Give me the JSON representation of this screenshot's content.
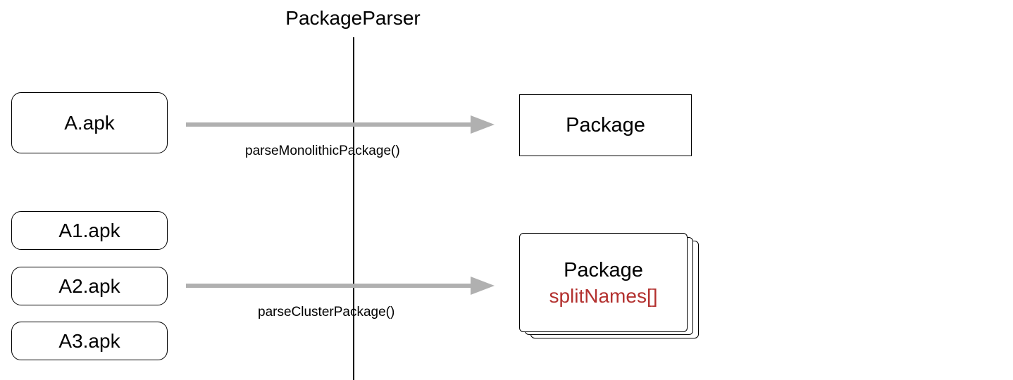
{
  "diagram": {
    "title": "PackageParser",
    "monolithic": {
      "input": "A.apk",
      "method": "parseMonolithicPackage()",
      "output": "Package"
    },
    "cluster": {
      "inputs": [
        "A1.apk",
        "A2.apk",
        "A3.apk"
      ],
      "method": "parseClusterPackage()",
      "output": "Package",
      "output_field": "splitNames[]"
    }
  },
  "colors": {
    "arrow": "#b0b0b0",
    "highlight": "#b3312f",
    "stroke": "#000000"
  }
}
